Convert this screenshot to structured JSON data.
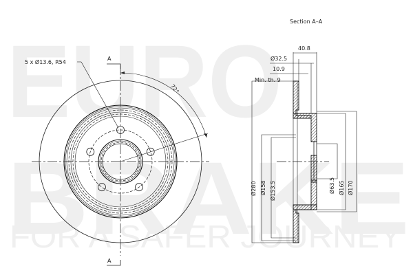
{
  "watermark": {
    "line1": "EURO",
    "line2": "BRAKE",
    "tagline": "FOR A SAFER JOURNEY",
    "color": "#efefef"
  },
  "front_view": {
    "section_marker_top": "A",
    "section_marker_bottom": "A",
    "bolt_callout": "5 x Ø13.6, R54",
    "angle_label": "72°",
    "bolt_count": 5,
    "bolt_hole_diameter": 13.6,
    "bolt_circle_radius": 54
  },
  "section_view": {
    "title": "Section A–A",
    "dimensions": {
      "overall_height": "40.8",
      "hat_depth": "Ø32.5",
      "disc_thickness": "10.9",
      "min_thickness": "Min. th. 9",
      "outer_diameter": "Ø280",
      "d158": "Ø158",
      "d153_5": "Ø153.5",
      "center_bore": "Ø63.5",
      "d165": "Ø165",
      "d170": "Ø170"
    }
  },
  "colors": {
    "line": "#222222",
    "background": "#ffffff",
    "watermark": "#efefef"
  }
}
